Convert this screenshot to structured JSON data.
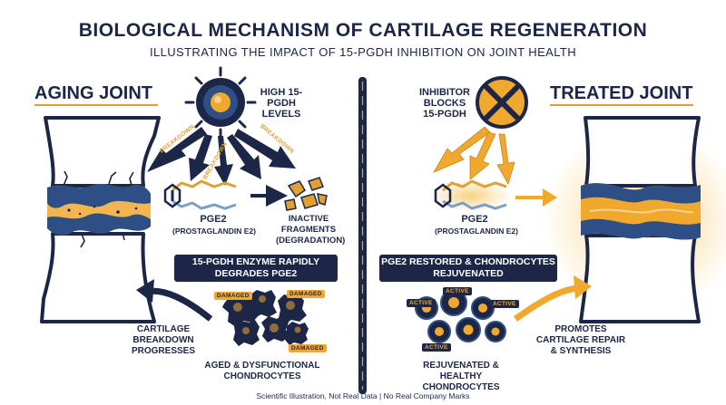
{
  "header": {
    "title": "BIOLOGICAL MECHANISM OF CARTILAGE REGENERATION",
    "subtitle": "ILLUSTRATING THE IMPACT OF 15-PGDH INHIBITION ON JOINT HEALTH"
  },
  "aging": {
    "title": "AGING JOINT",
    "enzyme_label": "HIGH 15-PGDH LEVELS",
    "breakdown_label": "BREAKDOWN",
    "pge2_label": "PGE2",
    "pge2_sub": "(PROSTAGLANDIN E2)",
    "fragments_label": "INACTIVE FRAGMENTS (DEGRADATION)",
    "box_text": "15-PGDH ENZYME RAPIDLY DEGRADES PGE2",
    "badge": "DAMAGED",
    "cells_label": "AGED & DYSFUNCTIONAL CHONDROCYTES",
    "progress_label": "CARTILAGE BREAKDOWN PROGRESSES"
  },
  "treated": {
    "title": "TREATED JOINT",
    "inhibitor_label": "INHIBITOR BLOCKS 15-PGDH",
    "pge2_label": "PGE2",
    "pge2_sub": "(PROSTAGLANDIN E2)",
    "box_text": "PGE2 RESTORED & CHONDROCYTES REJUVENATED",
    "badge": "ACTIVE",
    "cells_label": "REJUVENATED & HEALTHY CHONDROCYTES",
    "promotes_label": "PROMOTES CARTILAGE REPAIR & SYNTHESIS"
  },
  "footer": "Scientific Illustration, Not Real Data  |  No Real Company Marks",
  "colors": {
    "navy": "#1c2747",
    "orange": "#f1a82f",
    "blue": "#2e4f86",
    "light_blue": "#7aa0c8"
  },
  "icons": [
    "enzyme-icon",
    "inhibitor-x-icon",
    "pge2-molecule-icon",
    "fragments-icon",
    "joint-icon",
    "chondrocyte-icon"
  ]
}
